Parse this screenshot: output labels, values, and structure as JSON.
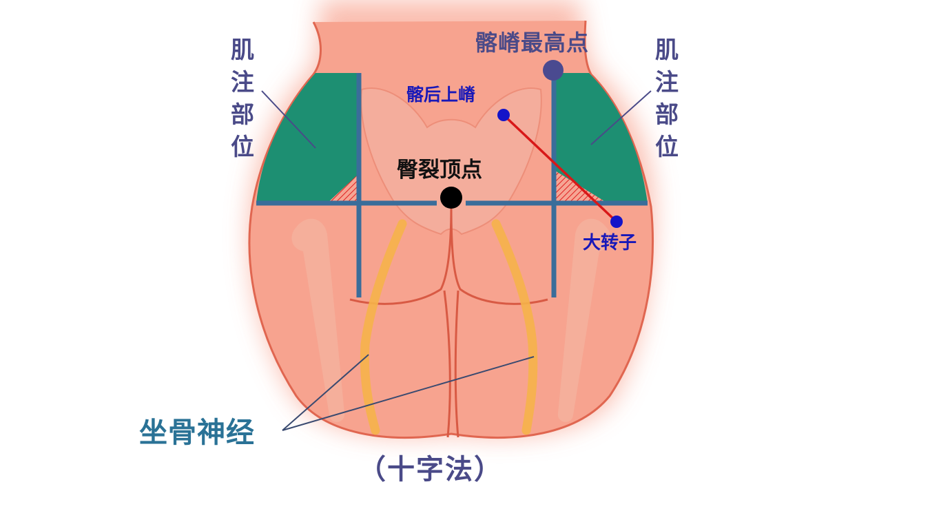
{
  "labels": {
    "left_injection_site": "肌注部位",
    "right_injection_site": "肌注部位",
    "iliac_crest_highest": "髂嵴最高点",
    "posterior_superior_iliac": "髂后上嵴",
    "gluteal_cleft_apex": "臀裂顶点",
    "greater_trochanter": "大转子",
    "sciatic_nerve": "坐骨神经",
    "method_caption": "（十字法）"
  },
  "colors": {
    "skin": "#f7a38f",
    "skin_outline": "#e06650",
    "injection_zone": "#1d8f72",
    "guide_line": "#3a6d9a",
    "nerve": "#f5b24a",
    "red_line": "#d81818",
    "point_blue": "#1414c8",
    "point_navy": "#4a4a90",
    "label_navy": "#4a4a88",
    "label_blue": "#1818b8",
    "label_teal": "#2a7296"
  }
}
